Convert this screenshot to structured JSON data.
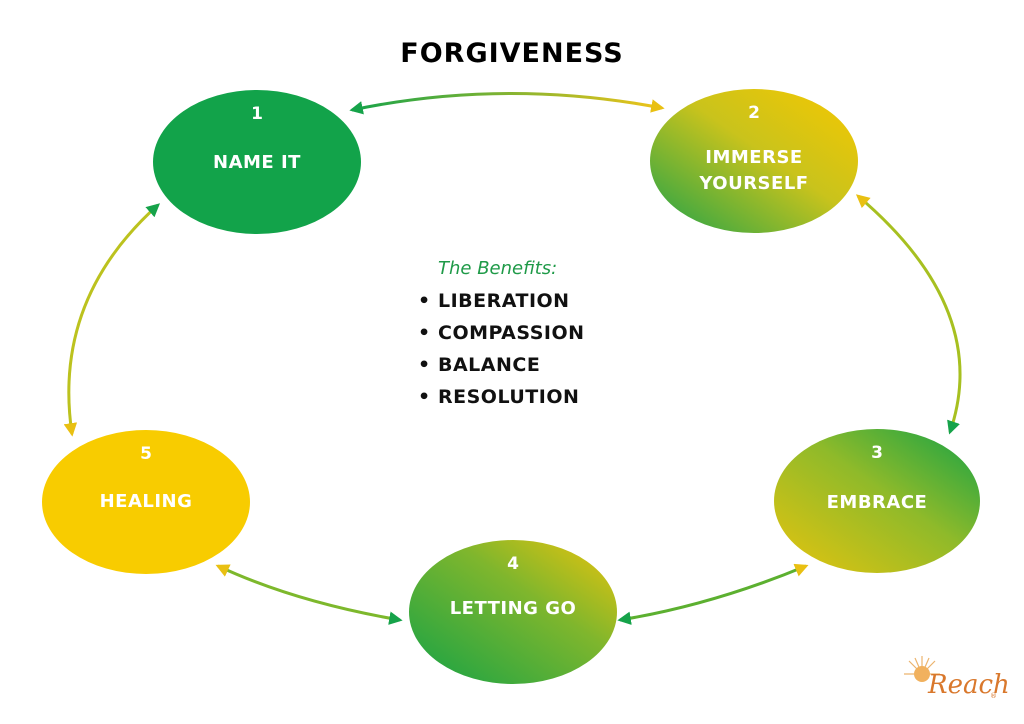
{
  "title": "FORGIVENESS",
  "steps": [
    {
      "number": "1",
      "label_lines": [
        "NAME IT"
      ]
    },
    {
      "number": "2",
      "label_lines": [
        "IMMERSE",
        "YOURSELF"
      ]
    },
    {
      "number": "3",
      "label_lines": [
        "EMBRACE"
      ]
    },
    {
      "number": "4",
      "label_lines": [
        "LETTING GO"
      ]
    },
    {
      "number": "5",
      "label_lines": [
        "HEALING"
      ]
    }
  ],
  "benefits": {
    "heading": "The Benefits:",
    "items": [
      "LIBERATION",
      "COMPASSION",
      "BALANCE",
      "RESOLUTION"
    ]
  },
  "logo": {
    "text": "Reach",
    "mark": "®"
  },
  "colors": {
    "green": "#16a34a",
    "yellow": "#f6c800",
    "text": "#111111",
    "logo_orange": "#d9782c",
    "benefits_heading": "#1f9a48"
  }
}
